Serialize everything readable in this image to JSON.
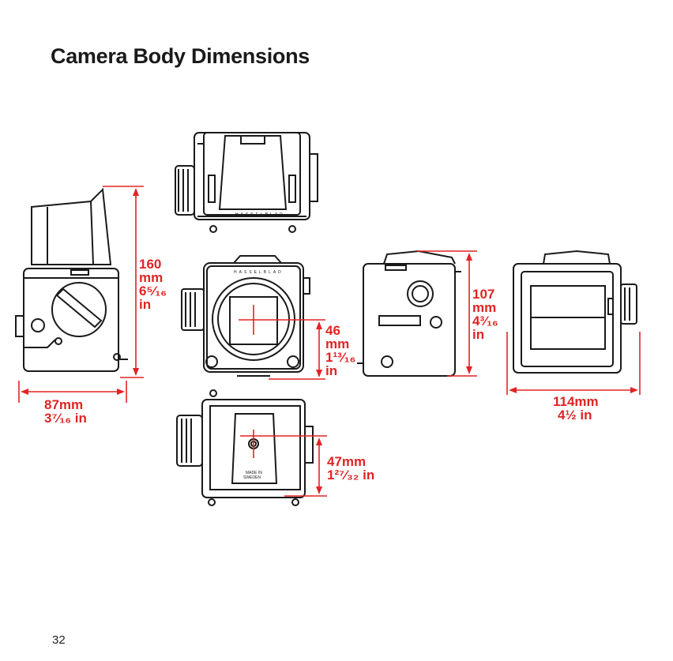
{
  "page": {
    "title": "Camera Body Dimensions",
    "page_number": "32"
  },
  "dimensions": {
    "height": {
      "value": "160",
      "unit": "mm",
      "inch": "6⁵⁄₁₆",
      "inch_unit": "in"
    },
    "depth": {
      "value": "87mm",
      "inch": "3⁷⁄₁₆ in"
    },
    "lens_mount": {
      "value": "46",
      "unit": "mm",
      "inch": "1¹³⁄₁₆",
      "inch_unit": "in"
    },
    "body_height": {
      "value": "107",
      "unit": "mm",
      "inch": "4³⁄₁₆",
      "inch_unit": "in"
    },
    "width": {
      "value": "114mm",
      "inch": "4½ in"
    },
    "tripod": {
      "value": "47mm",
      "inch": "1²⁷⁄₃₂ in"
    }
  },
  "labels": {
    "maker_mark": "HASSELBLAD",
    "made_in": "MADE IN",
    "sweden": "SWEDEN"
  },
  "colors": {
    "accent": "#e02424",
    "ink": "#1a1a1a"
  }
}
